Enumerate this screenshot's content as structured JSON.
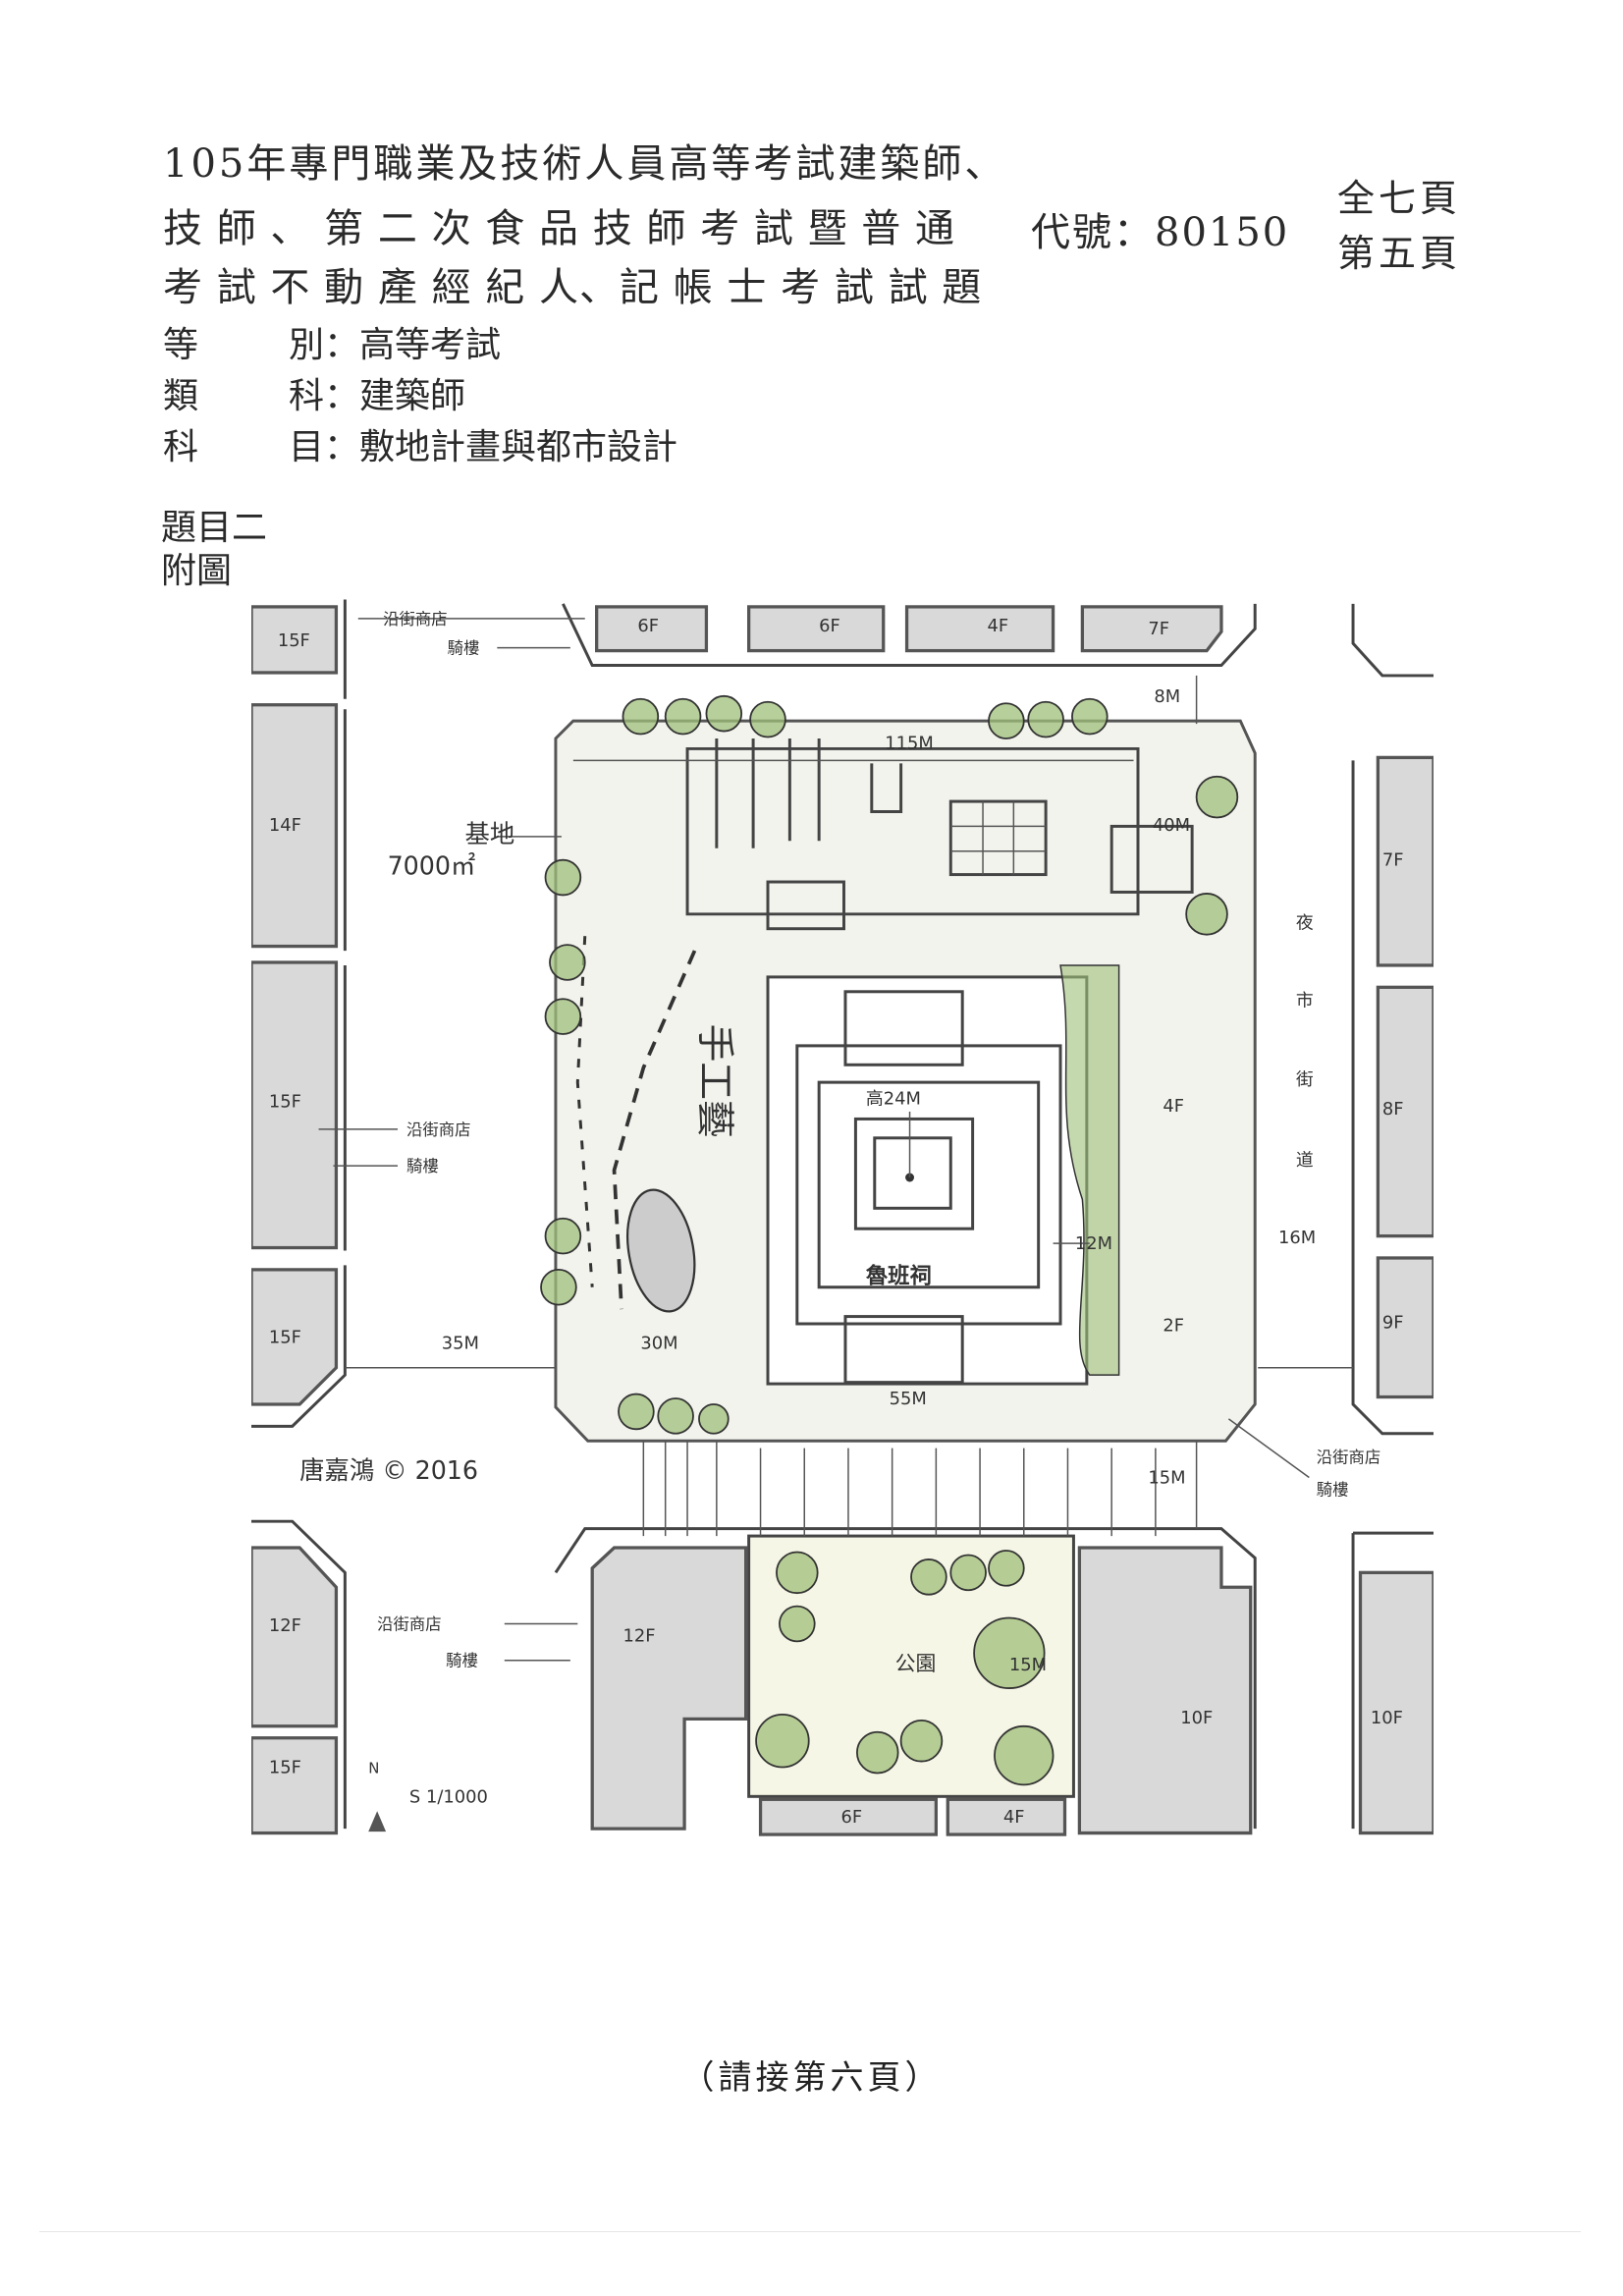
{
  "header": {
    "title_lines": [
      "105年專門職業及技術人員高等考試建築師、",
      "技 師 、 第 二 次 食 品 技 師 考 試 暨 普 通",
      "考 試 不 動 產 經 紀 人、記 帳 士 考 試 試 題"
    ],
    "code_label": "代號：80150",
    "total_pages": "全七頁",
    "page_number": "第五頁"
  },
  "meta": [
    {
      "k1": "等",
      "k2": "別",
      "value": "：高等考試"
    },
    {
      "k1": "類",
      "k2": "科",
      "value": "：建築師"
    },
    {
      "k1": "科",
      "k2": "目",
      "value": "：敷地計畫與都市設計"
    }
  ],
  "question": {
    "label": "題目二",
    "figure_label": "附圖"
  },
  "site_plan": {
    "floors": {
      "top": [
        "6F",
        "6F",
        "4F",
        "7F"
      ],
      "left": [
        "15F",
        "14F",
        "15F",
        "15F",
        "12F",
        "15F"
      ],
      "right": [
        "7F",
        "8F",
        "9F",
        "10F"
      ],
      "east_of_temple": [
        "4F",
        "2F"
      ],
      "south": [
        "12F",
        "10F",
        "6F",
        "4F"
      ]
    },
    "labels": {
      "street_shops": "沿街商店",
      "arcade": "騎樓",
      "site": "基地",
      "site_area": "7000㎡",
      "night_market_street": [
        "夜",
        "市",
        "街",
        "道"
      ],
      "temple": "魯班祠",
      "temple_height": "高24M",
      "park": "公園",
      "handicraft": "手工藝",
      "north": "N",
      "scale": "S 1/1000",
      "copyright": "唐嘉鴻 © 2016"
    },
    "dimensions": {
      "north_width": "115M",
      "north_road": "8M",
      "east_setback": "40M",
      "east_road": "16M",
      "west_road": "35M",
      "west_plaza": "30M",
      "temple_width": "55M",
      "temple_side": "12M",
      "south_road": "15M",
      "park_dim": "15M"
    }
  },
  "footer": {
    "continue_note": "（請接第六頁）"
  }
}
